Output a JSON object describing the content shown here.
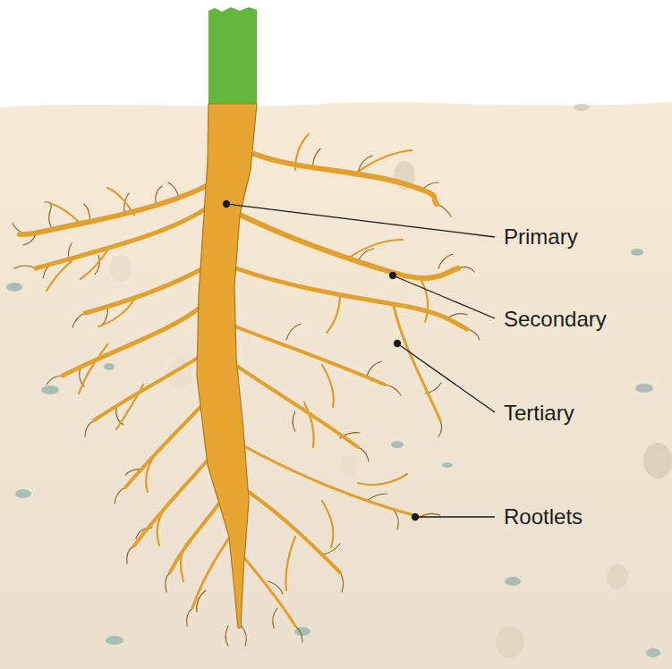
{
  "diagram": {
    "labels": [
      "Primary",
      "Secondary",
      "Tertiary",
      "Rootlets"
    ]
  }
}
